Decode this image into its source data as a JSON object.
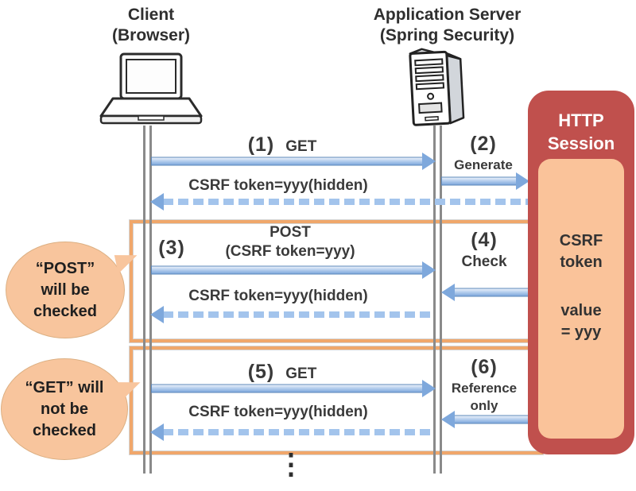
{
  "actors": {
    "client": {
      "line1": "Client",
      "line2": "(Browser)"
    },
    "server": {
      "line1": "Application Server",
      "line2": "(Spring Security)"
    }
  },
  "session": {
    "title_line1": "HTTP",
    "title_line2": "Session",
    "token_label": "CSRF token",
    "value_line1": "value",
    "value_line2": "= yyy"
  },
  "messages": {
    "m1_num": "(1)",
    "m1_text": "GET",
    "m2_num": "(2)",
    "m2_text": "Generate",
    "r1_text": "CSRF token=yyy(hidden)",
    "m3_num": "(3)",
    "m3_line1": "POST",
    "m3_line2": "(CSRF token=yyy)",
    "m4_num": "(4)",
    "m4_text": "Check",
    "r2_text": "CSRF token=yyy(hidden)",
    "m5_num": "(5)",
    "m5_text": "GET",
    "m6_num": "(6)",
    "m6_line1": "Reference",
    "m6_line2": "only",
    "r3_text": "CSRF token=yyy(hidden)"
  },
  "bubbles": {
    "post": {
      "line1": "“POST”",
      "line2": "will be",
      "line3": "checked"
    },
    "get": {
      "line1": "“GET” will",
      "line2": "not be",
      "line3": "checked"
    }
  },
  "misc": {
    "continuation": "⋮"
  },
  "colors": {
    "session_bg": "#C0504D",
    "panel_bg": "#FAC39A",
    "frame_border": "#F0A76B",
    "bubble_bg": "#F8C59D",
    "arrow_fill": "#7EA8DC",
    "arrow_dash": "#A3C4EC",
    "lifeline": "#8A8A8A",
    "text": "#3A3A3A"
  }
}
